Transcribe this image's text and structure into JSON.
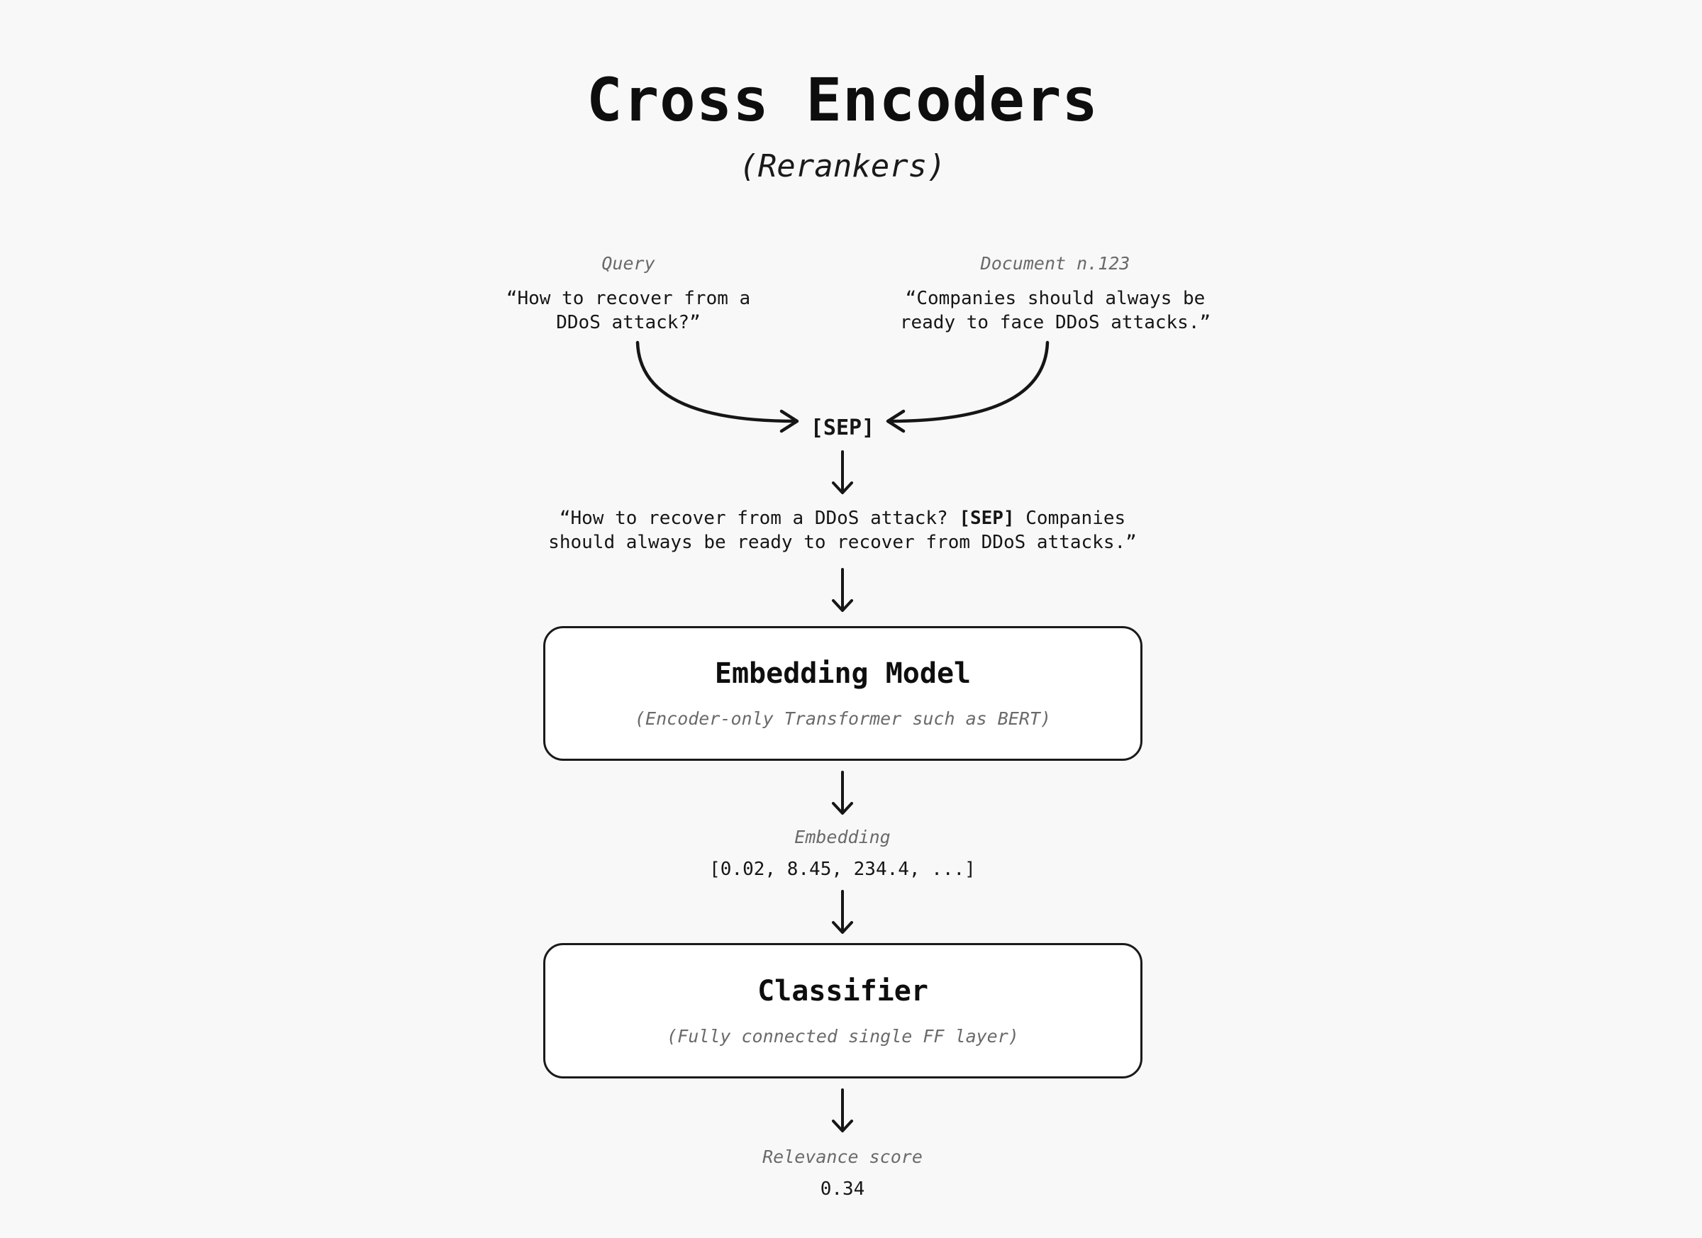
{
  "page": {
    "background": "#f8f8f8",
    "text_color": "#161616",
    "muted_color": "#6a6a6a",
    "box_background": "#ffffff",
    "box_border": "#1a1a1a"
  },
  "header": {
    "title": "Cross Encoders",
    "subtitle": "(Rerankers)"
  },
  "inputs": {
    "query": {
      "label": "Query",
      "text": "“How to recover from a DDoS attack?”"
    },
    "document": {
      "label": "Document n.123",
      "text": "“Companies should always be ready to face DDoS attacks.”"
    }
  },
  "sep_token": "[SEP]",
  "combined": {
    "part1": "“How to recover from a DDoS attack? ",
    "sep": "[SEP]",
    "part2": " Companies should always be ready to recover from DDoS attacks.”"
  },
  "embedding_model": {
    "title": "Embedding Model",
    "subtitle": "(Encoder-only Transformer such as BERT)"
  },
  "embedding": {
    "label": "Embedding",
    "value": "[0.02, 8.45, 234.4, ...]"
  },
  "classifier": {
    "title": "Classifier",
    "subtitle": "(Fully connected single FF layer)"
  },
  "output": {
    "label": "Relevance score",
    "value": "0.34"
  }
}
